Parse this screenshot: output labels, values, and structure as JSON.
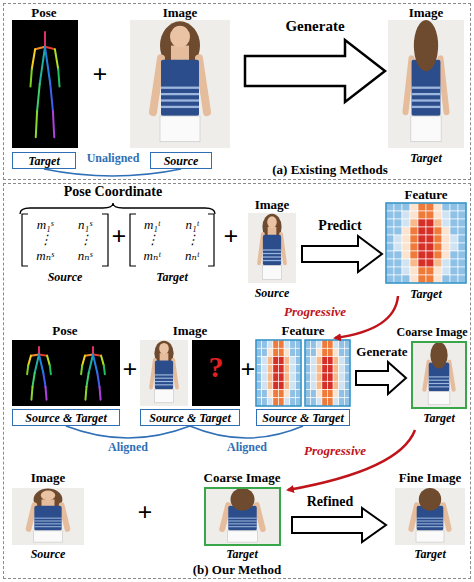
{
  "diagram": {
    "nodes": [
      {
        "text": [
          "(a) Existing Methods"
        ]
      },
      {
        "text": [
          "Target"
        ],
        "in": 0
      },
      {
        "text": [
          "Source"
        ],
        "in": 0
      },
      {
        "text": [
          "(b) Our Method"
        ]
      },
      {
        "text": [
          "Source & Target"
        ],
        "in": 3
      },
      {
        "text": [
          "Source & Target"
        ],
        "in": 3
      },
      {
        "text": [
          "Source & Target"
        ],
        "in": 3
      }
    ],
    "edges": [
      {
        "from": 1,
        "to": 2,
        "label": "Unaligned",
        "arrow": "none"
      },
      {
        "from": 4,
        "to": 5,
        "label": "Aligned",
        "arrow": "none"
      },
      {
        "from": 5,
        "to": 6,
        "label": "Aligned",
        "arrow": "none"
      }
    ],
    "labels": [
      "Pose",
      "+",
      "Image",
      "Generate",
      "Image",
      "Target",
      "Pose Coordinate",
      "m₁ˢ",
      "n₁ˢ",
      "⋮",
      "⋮",
      "mₙˢ",
      "nₙˢ",
      "m₁ᵗ",
      "n₁ᵗ",
      "⋮",
      "⋮",
      "mₙᵗ",
      "nₙᵗ",
      "Source",
      "+",
      "Target",
      "+",
      "Image",
      "Source",
      "Predict",
      "Feature",
      "Target",
      "Progressive",
      "Pose",
      "+",
      "Image",
      "?",
      "+",
      "Feature",
      "Generate",
      "Coarse Image",
      "Target",
      "Progressive",
      "Image",
      "Source",
      "+",
      "Coarse Image",
      "Target",
      "Refined",
      "Fine Image",
      "Target"
    ]
  }
}
